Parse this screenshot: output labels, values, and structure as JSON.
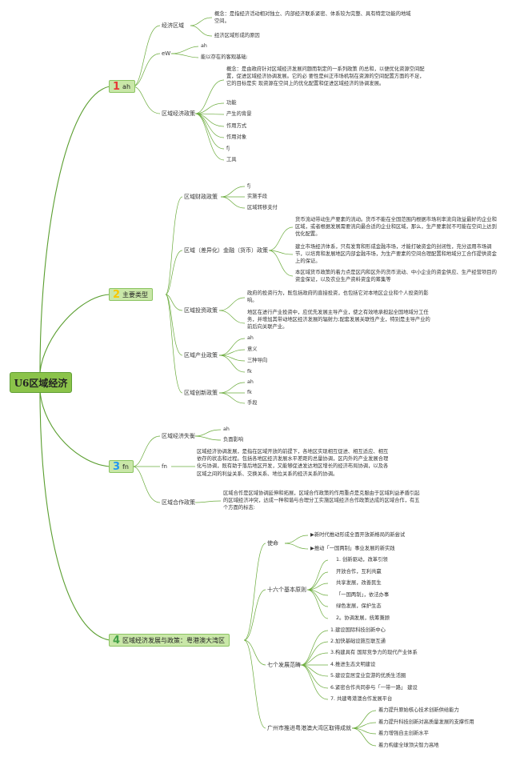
{
  "root": "U6区域经济",
  "colors": {
    "root_fill": "#8bc34a",
    "branch_fill": "#c9e7a8",
    "line": "#5a9e2f",
    "num1": "#e53935",
    "num2": "#f9c700",
    "num3": "#2196f3",
    "num4": "#43a047"
  },
  "b1": {
    "num": "1",
    "label": "ah",
    "jjqy": {
      "label": "经济区域",
      "concept": "概念：是指经济活动相对独立、内部经济联系紧密、体系较为完整、具有特定功能的地域空间。",
      "reason": "经济区域形成的原因"
    },
    "ew": {
      "label": "eW",
      "ah": "ah",
      "basis": "能以存在的客观基础:"
    },
    "policy": {
      "label": "区域经济政策",
      "concept": "概念：是由政府针对区域经济发展问题而制定的一系列政策 的总和，以便优化资源空间配置，促进区域经济协调发展。它的必 要性是纠正市场机制在资源的空间配置方面的不足，它的目标是实 现资源在空间上的优化配置和促进区域经济的协调发展。",
      "items": [
        "功能",
        "产生的背景",
        "作用方式",
        "作用对象",
        "fj",
        "工具"
      ]
    }
  },
  "b2": {
    "num": "2",
    "label": "主要类型",
    "fiscal": {
      "label": "区域财政政策",
      "items": [
        "fj",
        "实施手段",
        "区域转移支付"
      ]
    },
    "finance": {
      "label": "区域（差异化）金融（货币）政策",
      "paras": [
        "货币流动带动生产要素的流动。货币不能在全国范围内根据市场利率流向效益最好的企业和区域，或者根据发展需要流向最合适的企业和区域，那么，生产要素就不可能在空间上达到优化配置。",
        "建立市场经济体系，只有发育和形成金融市场，才能打破资金的封闭性，充分运用市场调节，以培育和发展地区内部金融市场，为生产要素的空间合理配置和地域分工合作提供资金上的保证。",
        "本区域货币政策的着力点是区内和区外的货币流动、中小企业的资金供应、生产经营项目的资金保证，以及农业生产资料资金的筹集等"
      ]
    },
    "invest": {
      "label": "区域投资政策",
      "paras": [
        "政府的投资行为，既包括政府的直接投资，也包括它对本地区企业和个人投资的影响。",
        "地区在进行产业投资中，应优先发展主导产业，使之有效地承担起全国地域分工任务，并增加其带动地区经济发展的辐射力;配套发展关联性产业，特别是主导产业的前后向关联产业。"
      ]
    },
    "industry": {
      "label": "区域产业政策",
      "items": [
        "ah",
        "意义",
        "三种导向",
        "fk"
      ]
    },
    "innovation": {
      "label": "区域创新政策",
      "items": [
        "ah",
        "fk",
        "手段"
      ]
    }
  },
  "b3": {
    "num": "3",
    "label": "fn",
    "imbalance": {
      "label": "区域经济失衡",
      "items": [
        "ah",
        "负面影响"
      ]
    },
    "fn": {
      "label": "fn",
      "text": "区域经济协调发展，是指在区域开放的前提下，各地区实现相互促进、相互适应、相互依存的状态和过程。包括各地区经济发展水平差距的总量协调，区内外的产业发展合理化与协调，既有助于落后地区开发，又能够促进发达地区增长的经济布局协调，以及各区域之间的利益关系、交换关系、地位关系的经济关系的协调。"
    },
    "coop": {
      "label": "区域合作政策",
      "text": "区域合作是区域协调延伸和拓展，区域合作政策的作用重点是克服由于区域利益矛盾引起的区域经济冲突，达成一种和谐与合理分工实施区域经济合作政策达成的区域合作，有五个方面的标志:"
    }
  },
  "b4": {
    "num": "4",
    "label": "区域经济发展与政策：粤港澳大湾区",
    "mission": {
      "label": "使命",
      "items": [
        "▶新时代推动形成全面开放新格局的新尝试",
        "▶推动「一国两制」事业发展的新实践"
      ]
    },
    "principles": {
      "label": "十六个基本原则",
      "items": [
        "1. 创新驱动，改革引领",
        "开放合作，互利共赢",
        "共享发展，改善民生",
        "「一国两制」，依法办事",
        "绿色发展，保护生态",
        "2。协调发展，统筹兼顾"
      ]
    },
    "directions": {
      "label": "七个发展范畴",
      "items": [
        "1.建设国际科技创新中心",
        "2.加快基础设施互联互通",
        "3.构建具有 国际竞争力的现代产业体系",
        "4.推进生态文明建设",
        "5.建设宜居宜业宜游的优质生活圈",
        "6.紧密合作共同参与「一带一路」 建设",
        "7. 共建粤港澳合作发展平台"
      ]
    },
    "guangzhou": {
      "label": "广州市推进粤港澳大湾区取得成就",
      "items": [
        "着力提升原始核心技术创新供给能力",
        "着力提升科技创新对高质量发展的支撑作用",
        "着力增强自主创新水平",
        "着力构建全球顶尖智力高地"
      ]
    }
  }
}
